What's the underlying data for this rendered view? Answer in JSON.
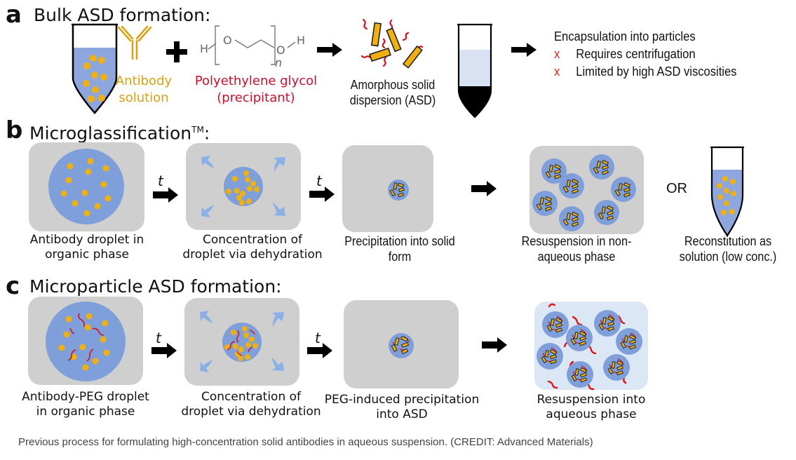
{
  "colors": {
    "droplet_blue": "#7f9fdb",
    "antibody_gold": "#f0b010",
    "peg_red": "#d01020",
    "box_gray": "#cfcfcf",
    "aqueous_light_blue": "#dce7f5",
    "supernatant_blue": "#d8e2f2",
    "arrow_black": "#000000",
    "caption_gray": "#444444"
  },
  "panel_a": {
    "letter": "a",
    "title": "Bulk ASD formation:",
    "antibody_label_line1": "Antibody",
    "antibody_label_line2": "solution",
    "peg_label_line1": "Polyethylene glycol",
    "peg_label_line2": "(precipitant)",
    "peg_formula": {
      "h_left": "H",
      "o_left": "O",
      "o_right": "O",
      "h_right": "H",
      "subscript": "n"
    },
    "plus_icon": "plus-icon",
    "asd_label_line1": "Amorphous solid",
    "asd_label_line2": "dispersion (ASD)",
    "notes_title": "Encapsulation into particles",
    "notes": [
      {
        "marker": "x",
        "text": "Requires centrifugation"
      },
      {
        "marker": "x",
        "text": "Limited by high ASD viscosities"
      }
    ]
  },
  "panel_b": {
    "letter": "b",
    "title": "Microglassification",
    "title_sup": "TM",
    "title_suffix": ":",
    "time_label": "t",
    "or_label": "OR",
    "steps": [
      {
        "line1": "Antibody droplet in",
        "line2": "organic phase"
      },
      {
        "line1": "Concentration of",
        "line2": "droplet via dehydration"
      },
      {
        "line1": "Precipitation into solid",
        "line2": "form"
      },
      {
        "line1": "Resuspension in non-",
        "line2": "aqueous phase"
      },
      {
        "line1": "Reconstitution as",
        "line2": "solution (low conc.)"
      }
    ]
  },
  "panel_c": {
    "letter": "c",
    "title": "Microparticle ASD formation:",
    "time_label": "t",
    "steps": [
      {
        "line1": "Antibody-PEG droplet",
        "line2": "in organic phase"
      },
      {
        "line1": "Concentration of",
        "line2": "droplet via dehydration"
      },
      {
        "line1": "PEG-induced precipitation",
        "line2": "into ASD"
      },
      {
        "line1": "Resuspension into",
        "line2": "aqueous phase"
      }
    ]
  },
  "caption": "Previous process for formulating high-concentration solid antibodies in aqueous suspension. (CREDIT: Advanced Materials)"
}
